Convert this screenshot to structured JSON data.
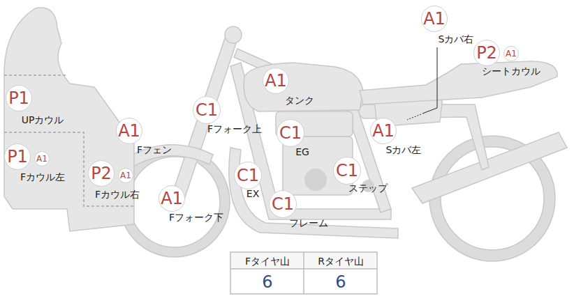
{
  "diagram": {
    "nodes": [
      {
        "text": [
          "A1",
          "Sカバ右"
        ]
      },
      {
        "text": [
          "P2",
          "シートカウル"
        ]
      },
      {
        "text": [
          "A1"
        ]
      },
      {
        "text": [
          "A1",
          "タンク"
        ]
      },
      {
        "text": [
          "P1",
          "UPカウル"
        ]
      },
      {
        "text": [
          "C1",
          "Fフォーク上"
        ]
      },
      {
        "text": [
          "A1",
          "Fフェン"
        ]
      },
      {
        "text": [
          "C1",
          "EG"
        ]
      },
      {
        "text": [
          "A1",
          "Sカバ左"
        ]
      },
      {
        "text": [
          "P1",
          "Fカウル左"
        ]
      },
      {
        "text": [
          "A1"
        ]
      },
      {
        "text": [
          "P2",
          "Fカウル右"
        ]
      },
      {
        "text": [
          "A1"
        ]
      },
      {
        "text": [
          "C1",
          "EX"
        ]
      },
      {
        "text": [
          "C1",
          "ステップ"
        ]
      },
      {
        "text": [
          "A1",
          "Fフォーク下"
        ]
      },
      {
        "text": [
          "C1",
          "フレーム"
        ]
      }
    ],
    "labels": [
      "Fタイヤ山",
      "Rタイヤ山",
      "6",
      "6"
    ]
  }
}
